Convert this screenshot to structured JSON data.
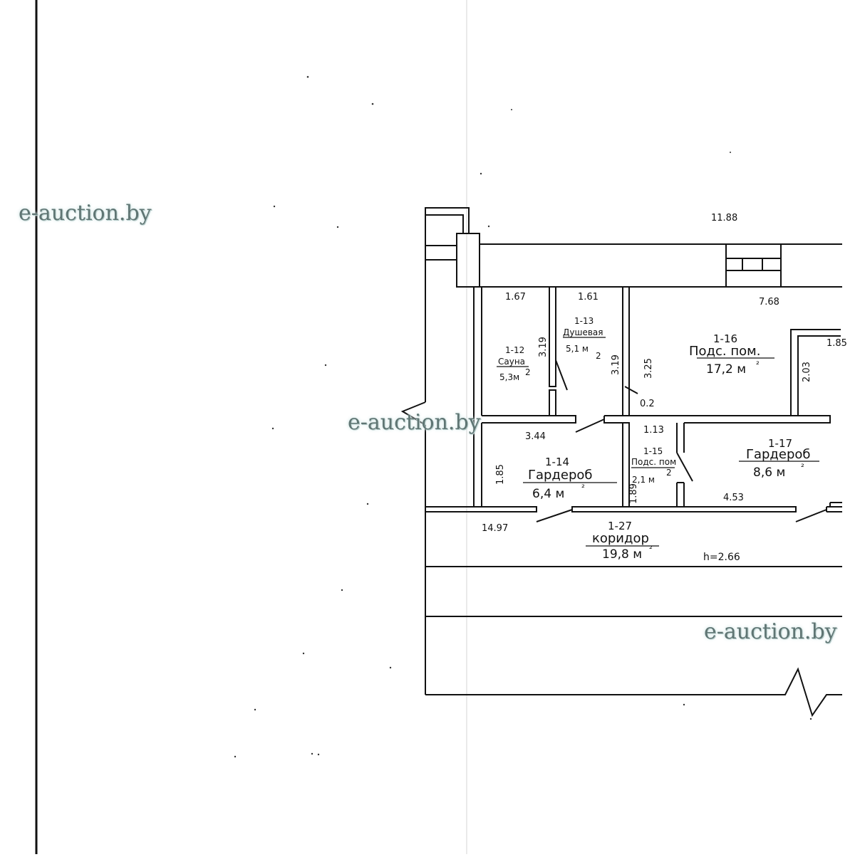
{
  "watermark": "e-auction.by",
  "plan": {
    "height_note": "h=2.66",
    "dimensions": [
      "11.88",
      "1.67",
      "1.61",
      "7.68",
      "1.85",
      "3.19",
      "3.19",
      "3.25",
      "2.03",
      "0.2",
      "3.44",
      "1.13",
      "1.85",
      "1.89",
      "4.53",
      "14.97"
    ],
    "rooms": [
      {
        "number": "1-12",
        "name": "Сауна",
        "area": "5,3м",
        "sup": "2"
      },
      {
        "number": "1-13",
        "name": "Душевая",
        "area": "5,1 м",
        "sup": "2"
      },
      {
        "number": "1-16",
        "name": "Подс. пом.",
        "area": "17,2 м",
        "sup": "²"
      },
      {
        "number": "1-14",
        "name": "Гардероб",
        "area": "6,4 м",
        "sup": "²"
      },
      {
        "number": "1-15",
        "name": "Подс. пом",
        "area": "2,1 м",
        "sup": "2"
      },
      {
        "number": "1-17",
        "name": "Гардероб",
        "area": "8,6 м",
        "sup": "²"
      },
      {
        "number": "1-27",
        "name": "коридор",
        "area": "19,8 м",
        "sup": "²"
      }
    ]
  }
}
